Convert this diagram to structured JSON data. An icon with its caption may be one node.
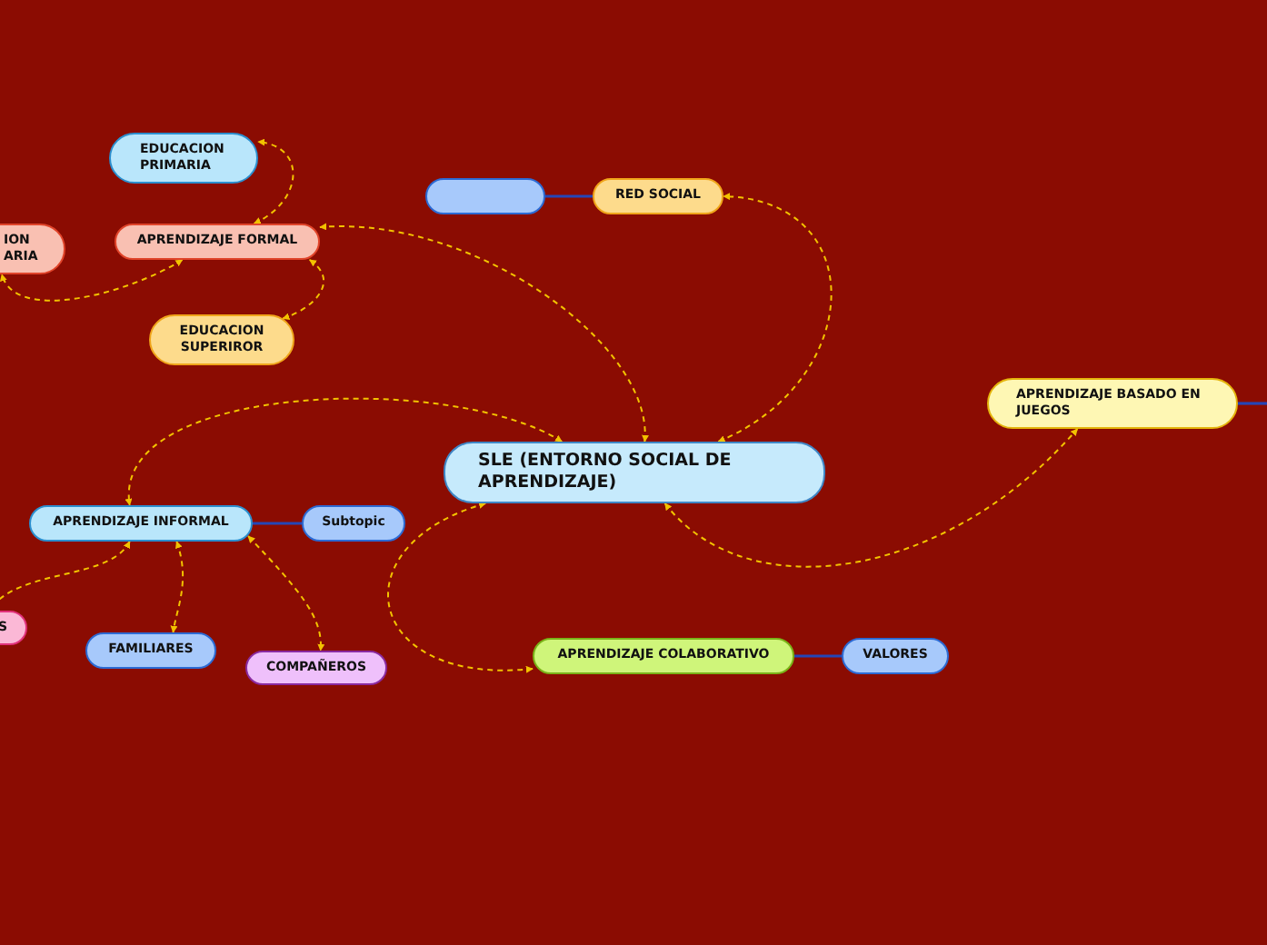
{
  "diagram": {
    "nodes": [
      {
        "text": [
          "SLE (ENTORNO SOCIAL DE APRENDIZAJE)"
        ]
      },
      {
        "text": [
          "EDUCACION PRIMARIA"
        ]
      },
      {
        "text": [
          "APRENDIZAJE FORMAL"
        ]
      },
      {
        "text": [
          "ION ARIA"
        ]
      },
      {
        "text": [
          "EDUCACION SUPERIROR"
        ]
      },
      {
        "text": [],
        "shape": "box"
      },
      {
        "text": [
          "RED SOCIAL"
        ]
      },
      {
        "text": [
          "APRENDIZAJE BASADO EN JUEGOS"
        ]
      },
      {
        "text": [
          "APRENDIZAJE INFORMAL"
        ]
      },
      {
        "text": [
          "Subtopic"
        ]
      },
      {
        "text": [
          "S"
        ]
      },
      {
        "text": [
          "FAMILIARES"
        ]
      },
      {
        "text": [
          "COMPAÑEROS"
        ]
      },
      {
        "text": [
          "APRENDIZAJE COLABORATIVO"
        ]
      },
      {
        "text": [
          "VALORES"
        ]
      }
    ],
    "edges": [
      {
        "from": 0,
        "to": 2,
        "arrow": "both",
        "style": "dashed"
      },
      {
        "from": 2,
        "to": 1,
        "arrow": "both",
        "style": "dashed"
      },
      {
        "from": 2,
        "to": 4,
        "arrow": "both",
        "style": "dashed"
      },
      {
        "from": 2,
        "to": 3,
        "arrow": "both",
        "style": "dashed"
      },
      {
        "from": 0,
        "to": 6,
        "arrow": "both",
        "style": "dashed"
      },
      {
        "from": 6,
        "to": 5,
        "arrow": "none",
        "color": "#2446b8"
      },
      {
        "from": 0,
        "to": 7,
        "arrow": "both",
        "style": "dashed"
      },
      {
        "from": 7,
        "to": null,
        "arrow": "none",
        "color": "#2446b8"
      },
      {
        "from": 0,
        "to": 8,
        "arrow": "both",
        "style": "dashed"
      },
      {
        "from": 0,
        "to": 13,
        "arrow": "both",
        "style": "dashed"
      },
      {
        "from": 8,
        "to": 9,
        "arrow": "none",
        "color": "#2446b8"
      },
      {
        "from": 8,
        "to": 10,
        "arrow": "both",
        "style": "dashed"
      },
      {
        "from": 8,
        "to": 11,
        "arrow": "both",
        "style": "dashed"
      },
      {
        "from": 8,
        "to": 12,
        "arrow": "both",
        "style": "dashed"
      },
      {
        "from": 13,
        "to": 14,
        "arrow": "none",
        "color": "#2446b8"
      }
    ]
  }
}
